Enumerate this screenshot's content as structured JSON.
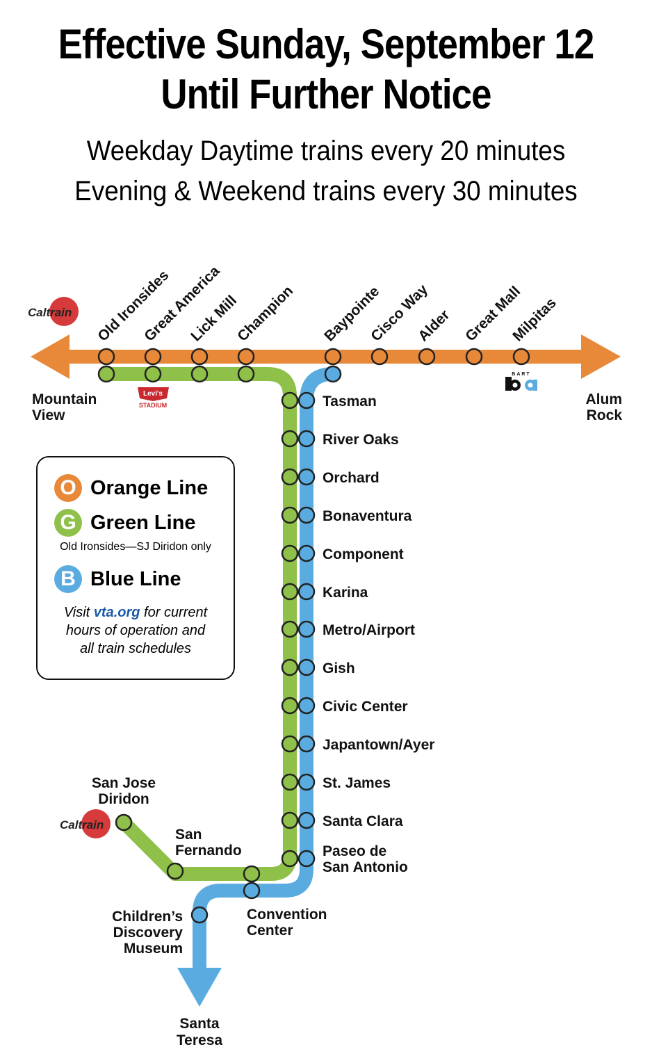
{
  "header": {
    "title_line1": "Effective Sunday, September 12",
    "title_line2": "Until Further Notice",
    "sub_line1": "Weekday Daytime trains every 20 minutes",
    "sub_line2": "Evening & Weekend trains every 30 minutes"
  },
  "colors": {
    "orange": "#e8893a",
    "green": "#8fc04a",
    "blue": "#5aace0",
    "caltrain_red": "#d63a3a"
  },
  "top_stations": [
    "Old Ironsides",
    "Great America",
    "Lick Mill",
    "Champion",
    "Baypointe",
    "Cisco Way",
    "Alder",
    "Great Mall",
    "Milpitas"
  ],
  "trunk_stations": [
    "Tasman",
    "River Oaks",
    "Orchard",
    "Bonaventura",
    "Component",
    "Karina",
    "Metro/Airport",
    "Gish",
    "Civic Center",
    "Japantown/Ayer",
    "St. James",
    "Santa Clara"
  ],
  "paseo": {
    "line1": "Paseo de",
    "line2": "San Antonio"
  },
  "termini": {
    "west_line1": "Mountain",
    "west_line2": "View",
    "east_line1": "Alum",
    "east_line2": "Rock",
    "south_line1": "Santa",
    "south_line2": "Teresa"
  },
  "branch": {
    "diridon_line1": "San Jose",
    "diridon_line2": "Diridon",
    "fernando_line1": "San",
    "fernando_line2": "Fernando",
    "convention_line1": "Convention",
    "convention_line2": "Center",
    "childrens_line1": "Children’s",
    "childrens_line2": "Discovery",
    "childrens_line3": "Museum"
  },
  "logos": {
    "caltrain": "Caltrain",
    "levis": "Levi's",
    "stadium": "STADIUM",
    "bart": "BART"
  },
  "legend": {
    "orange_letter": "O",
    "orange_label": "Orange Line",
    "green_letter": "G",
    "green_label": "Green Line",
    "green_note": "Old Ironsides—SJ Diridon only",
    "blue_letter": "B",
    "blue_label": "Blue Line",
    "visit_pre": "Visit ",
    "visit_link": "vta.org",
    "visit_post": " for current",
    "visit_line2": "hours of operation and",
    "visit_line3": "all train schedules"
  }
}
